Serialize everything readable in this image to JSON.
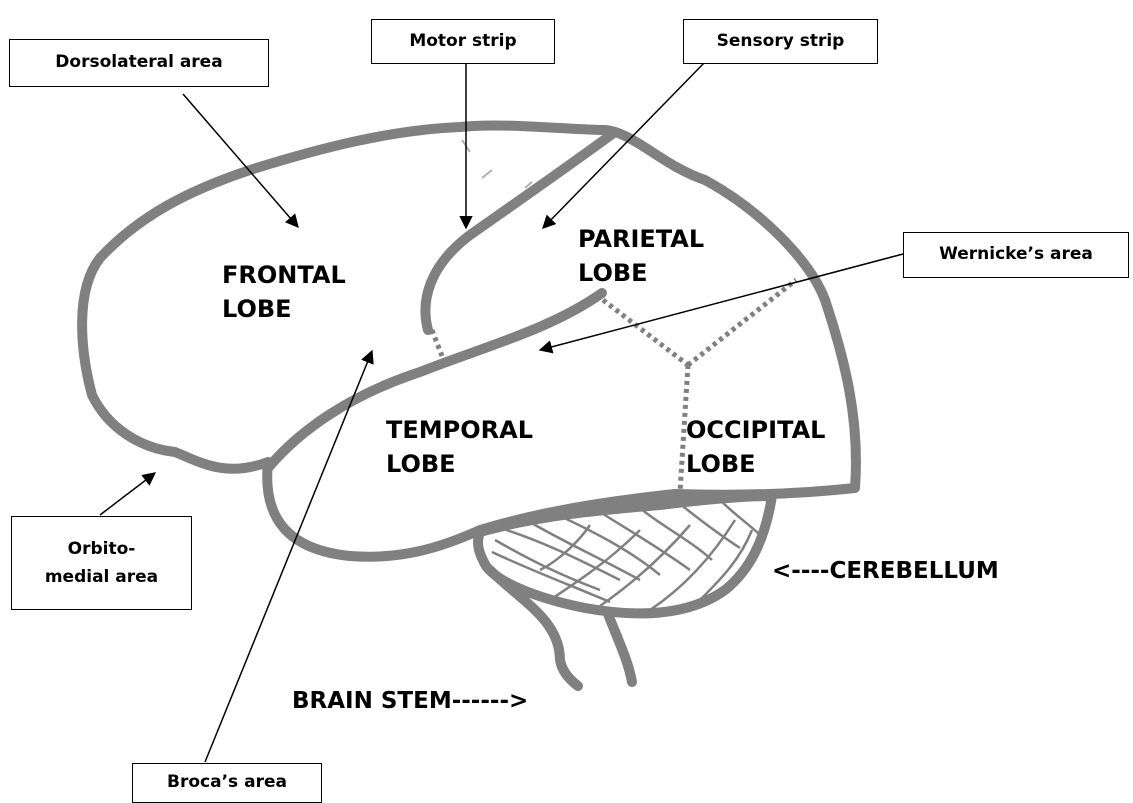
{
  "callouts": {
    "dorsolateral": "Dorsolateral area",
    "motor": "Motor strip",
    "sensory": "Sensory strip",
    "wernicke": "Wernicke’s area",
    "orbito": "Orbito-\nmedial area",
    "broca": "Broca’s area"
  },
  "lobes": {
    "frontal": "FRONTAL\nLOBE",
    "parietal": "PARIETAL\nLOBE",
    "temporal": "TEMPORAL\nLOBE",
    "occipital": "OCCIPITAL\nLOBE"
  },
  "outer_labels": {
    "cerebellum": "<----CEREBELLUM",
    "brainstem": "BRAIN STEM------>"
  },
  "colors": {
    "outline": "#808080",
    "text": "#000000",
    "background": "#ffffff"
  }
}
